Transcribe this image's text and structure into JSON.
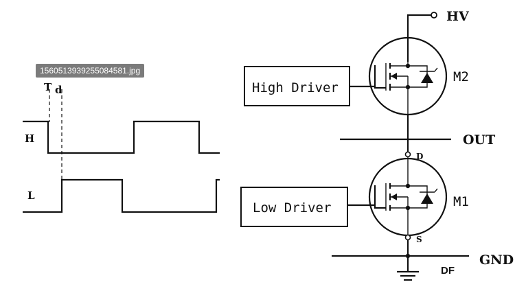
{
  "image_tag": {
    "filename": "1560513939255084581.jpg"
  },
  "timing": {
    "td_label": "T",
    "td_sub": "d",
    "h_label": "H",
    "l_label": "L"
  },
  "circuit": {
    "hv_label": "HV",
    "out_label": "OUT",
    "gnd_label": "GND",
    "m2_label": "M2",
    "m1_label": "M1",
    "d_label": "D",
    "s_label": "S",
    "high_driver": "High Driver",
    "low_driver": "Low Driver"
  },
  "watermark": {
    "text": "DF",
    "color": "#e8762b"
  }
}
